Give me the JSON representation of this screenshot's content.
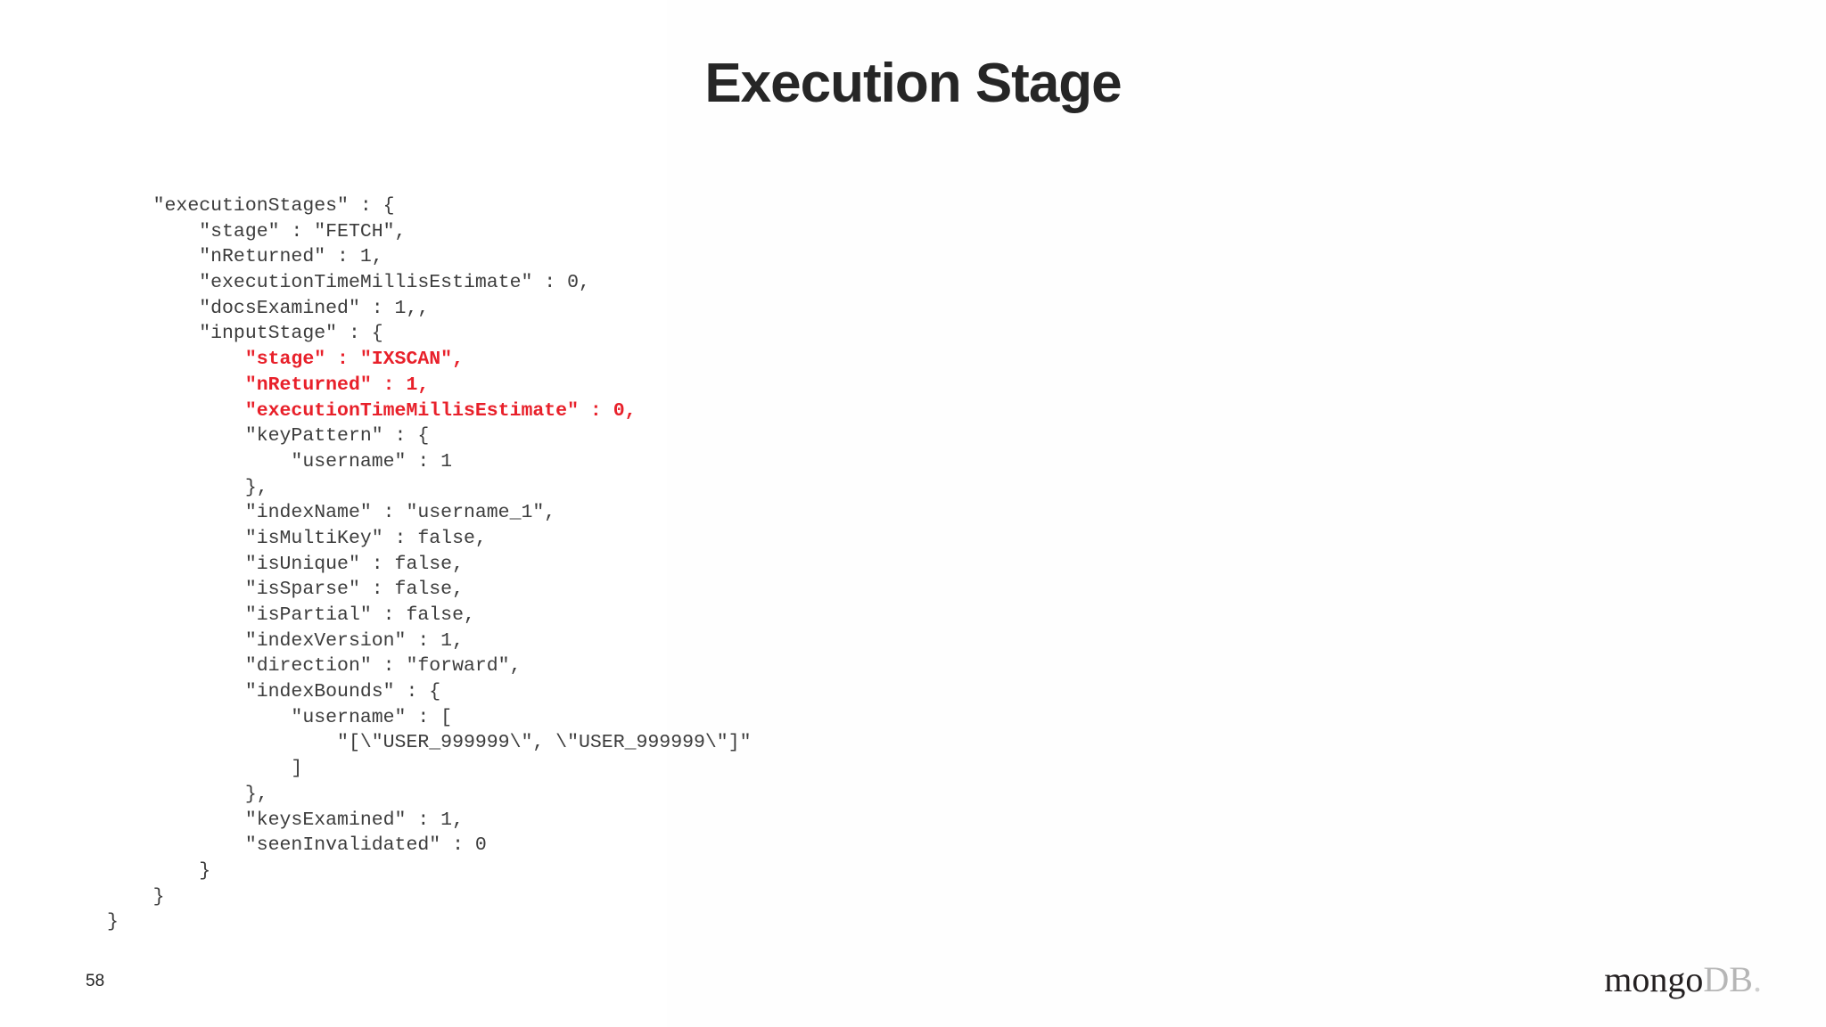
{
  "slide": {
    "title": "Execution Stage",
    "page_number": "58",
    "accent_highlight_color": "#e8202a",
    "code_text_color": "#3c3c3c",
    "title_color": "#262626",
    "background_color": "#ffffff"
  },
  "logo": {
    "mongo": "mongo",
    "db": "DB",
    "dot": "."
  },
  "code": {
    "language": "json",
    "lines": [
      {
        "text": "    \"executionStages\" : {",
        "highlight": false
      },
      {
        "text": "        \"stage\" : \"FETCH\",",
        "highlight": false
      },
      {
        "text": "        \"nReturned\" : 1,",
        "highlight": false
      },
      {
        "text": "        \"executionTimeMillisEstimate\" : 0,",
        "highlight": false
      },
      {
        "text": "        \"docsExamined\" : 1,,",
        "highlight": false
      },
      {
        "text": "        \"inputStage\" : {",
        "highlight": false
      },
      {
        "text": "            \"stage\" : \"IXSCAN\",",
        "highlight": true
      },
      {
        "text": "            \"nReturned\" : 1,",
        "highlight": true
      },
      {
        "text": "            \"executionTimeMillisEstimate\" : 0,",
        "highlight": true
      },
      {
        "text": "            \"keyPattern\" : {",
        "highlight": false
      },
      {
        "text": "                \"username\" : 1",
        "highlight": false
      },
      {
        "text": "            },",
        "highlight": false
      },
      {
        "text": "            \"indexName\" : \"username_1\",",
        "highlight": false
      },
      {
        "text": "            \"isMultiKey\" : false,",
        "highlight": false
      },
      {
        "text": "            \"isUnique\" : false,",
        "highlight": false
      },
      {
        "text": "            \"isSparse\" : false,",
        "highlight": false
      },
      {
        "text": "            \"isPartial\" : false,",
        "highlight": false
      },
      {
        "text": "            \"indexVersion\" : 1,",
        "highlight": false
      },
      {
        "text": "            \"direction\" : \"forward\",",
        "highlight": false
      },
      {
        "text": "            \"indexBounds\" : {",
        "highlight": false
      },
      {
        "text": "                \"username\" : [",
        "highlight": false
      },
      {
        "text": "                    \"[\\\"USER_999999\\\", \\\"USER_999999\\\"]\"",
        "highlight": false
      },
      {
        "text": "                ]",
        "highlight": false
      },
      {
        "text": "            },",
        "highlight": false
      },
      {
        "text": "            \"keysExamined\" : 1,",
        "highlight": false
      },
      {
        "text": "            \"seenInvalidated\" : 0",
        "highlight": false
      },
      {
        "text": "        }",
        "highlight": false
      },
      {
        "text": "    }",
        "highlight": false
      },
      {
        "text": "}",
        "highlight": false
      }
    ]
  }
}
